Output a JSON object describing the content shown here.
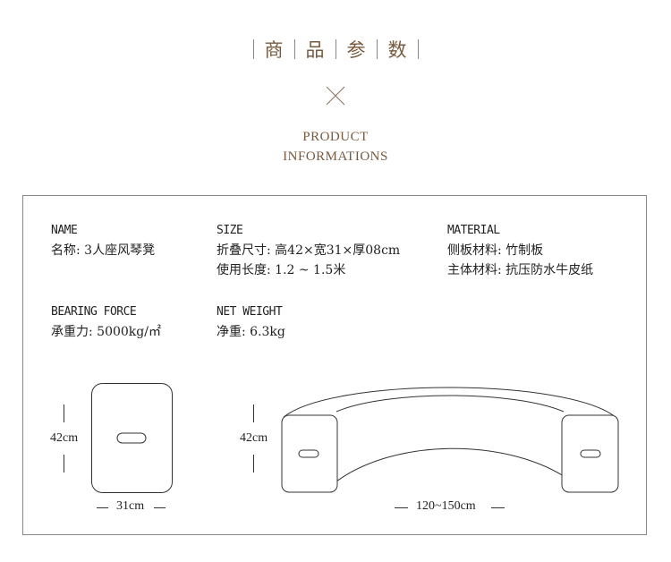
{
  "header": {
    "cn_chars": [
      "商",
      "品",
      "参",
      "数"
    ],
    "en_line1": "PRODUCT",
    "en_line2": "INFORMATIONS"
  },
  "specs": {
    "name": {
      "label": "NAME",
      "value": "名称: 3人座风琴凳"
    },
    "size": {
      "label": "SIZE",
      "value1": "折叠尺寸: 高42×宽31×厚08cm",
      "value2": "使用长度: 1.2 ~ 1.5米"
    },
    "material": {
      "label": "MATERIAL",
      "value1": "侧板材料: 竹制板",
      "value2": "主体材料: 抗压防水牛皮纸"
    },
    "bearing": {
      "label": "BEARING FORCE",
      "value": "承重力: 5000kg/㎡"
    },
    "weight": {
      "label": "NET WEIGHT",
      "value": "净重: 6.3kg"
    }
  },
  "dimensions": {
    "left_height": "42cm",
    "left_width": "31cm",
    "right_height": "42cm",
    "right_width": "120~150cm"
  },
  "colors": {
    "accent": "#7a5a3c",
    "line": "#333333"
  }
}
